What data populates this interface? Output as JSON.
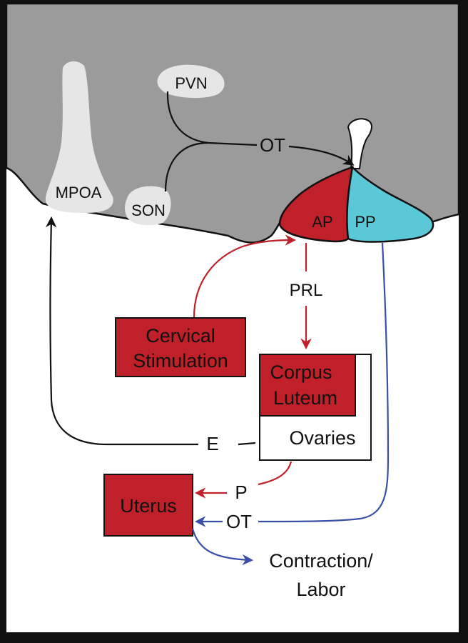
{
  "labels": {
    "mpoa": "MPOA",
    "pvn": "PVN",
    "son": "SON",
    "ot_top": "OT",
    "ap": "AP",
    "pp": "PP",
    "prl": "PRL",
    "cervical_1": "Cervical",
    "cervical_2": "Stimulation",
    "corpus_1": "Corpus",
    "corpus_2": "Luteum",
    "ovaries": "Ovaries",
    "e": "E",
    "p": "P",
    "uterus": "Uterus",
    "ot_bottom": "OT",
    "contraction_1": "Contraction/",
    "contraction_2": "Labor"
  },
  "colors": {
    "brain": "#9b9b9b",
    "nucleus": "#e6e6e6",
    "red": "#c0202a",
    "cyan": "#5bc8d8",
    "blue": "#3a4fa8",
    "black": "#111111"
  }
}
